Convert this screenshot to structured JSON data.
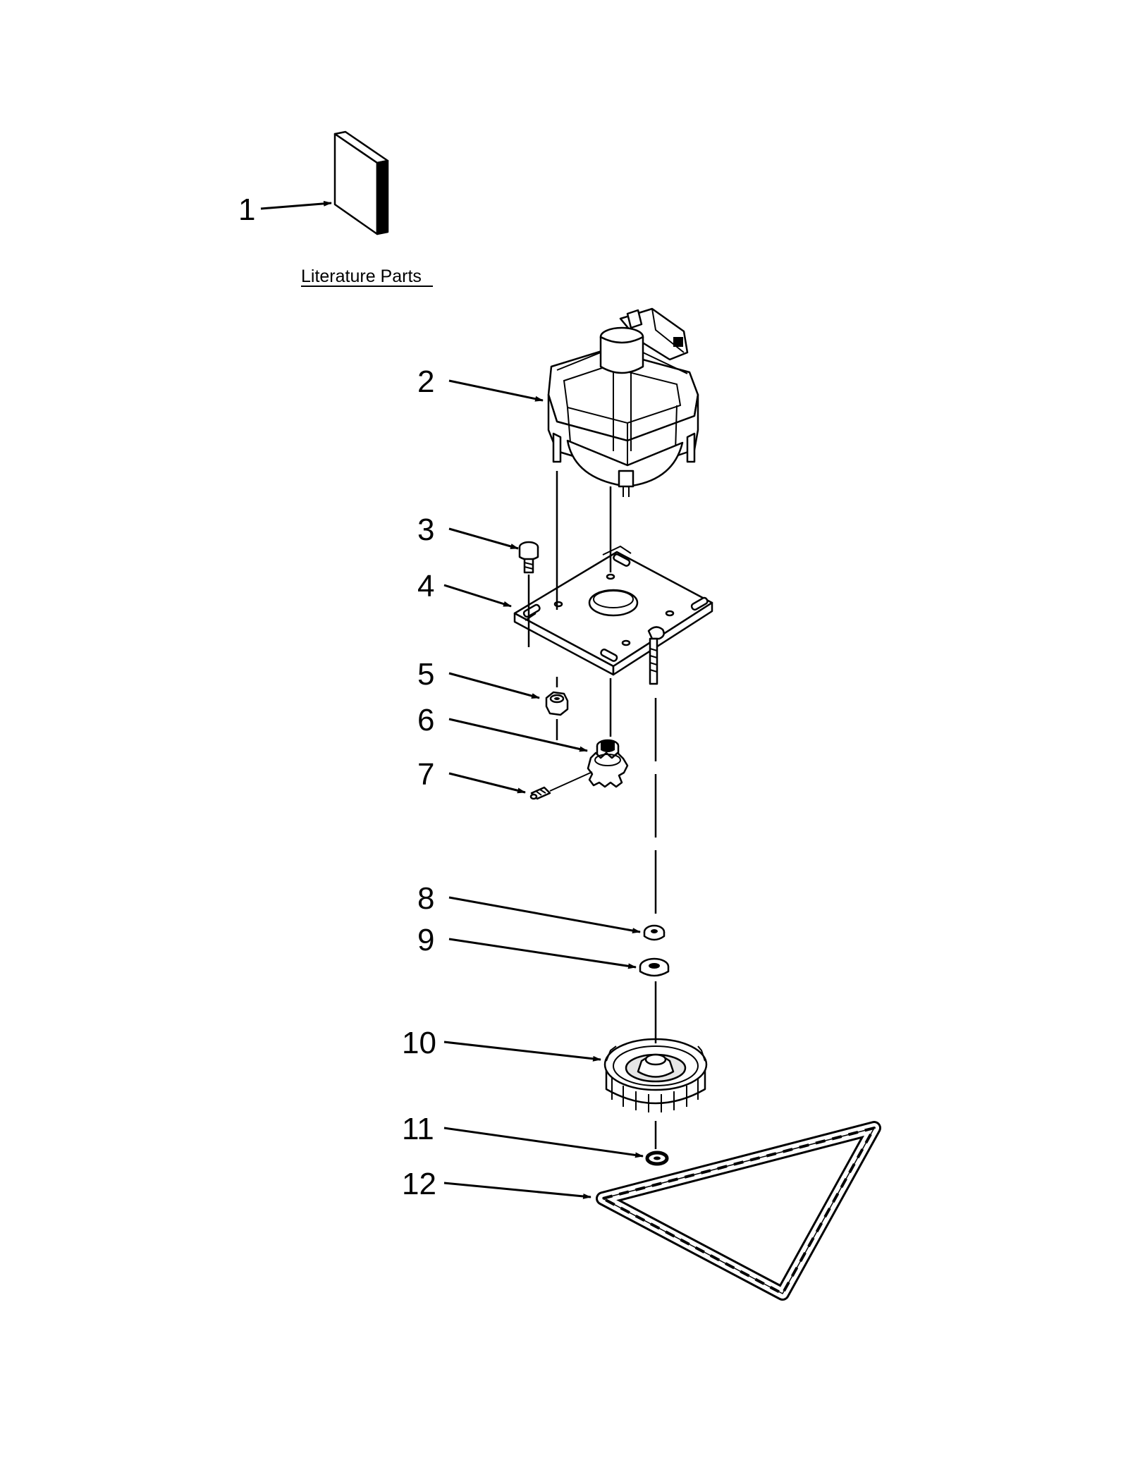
{
  "caption": {
    "literature": "Literature Parts"
  },
  "callouts": [
    "1",
    "2",
    "3",
    "4",
    "5",
    "6",
    "7",
    "8",
    "9",
    "10",
    "11",
    "12"
  ]
}
